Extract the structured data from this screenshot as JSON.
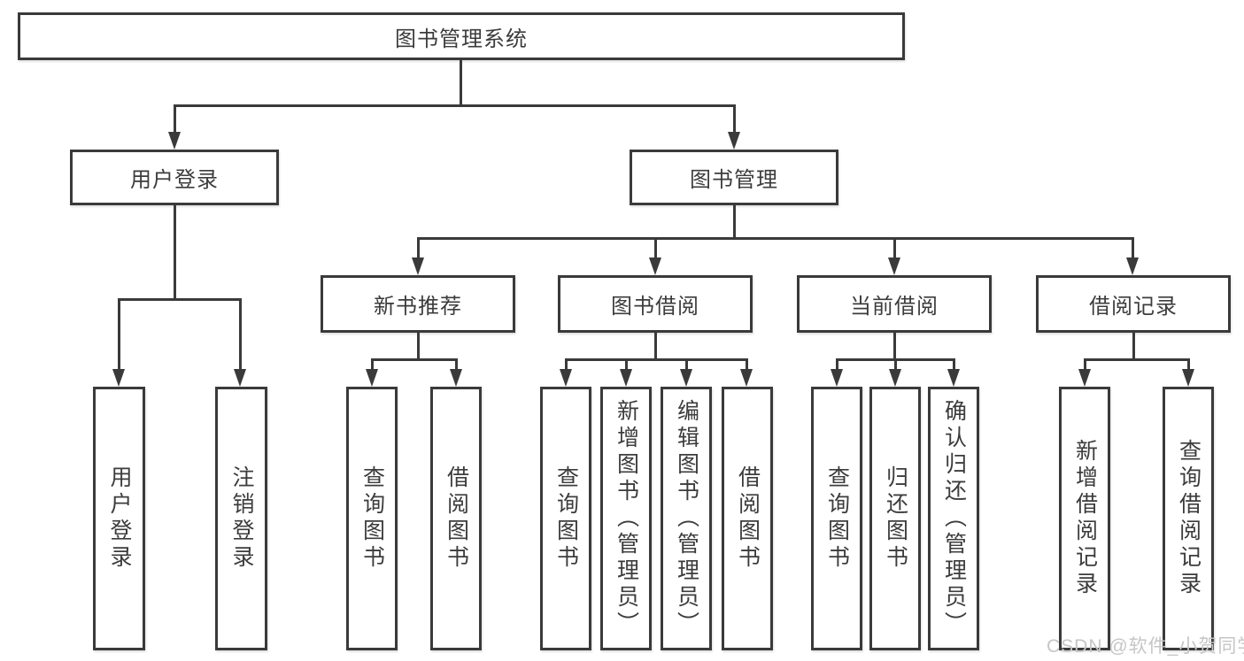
{
  "colors": {
    "line": "#3a3a3a",
    "box_border": "#3a3a3a",
    "text": "#3c3c3c",
    "watermark": "#c6c6c6",
    "background": "#ffffff"
  },
  "tree": {
    "label": "图书管理系统",
    "children": [
      {
        "label": "用户登录",
        "children": [
          {
            "label": "用户登录"
          },
          {
            "label": "注销登录"
          }
        ]
      },
      {
        "label": "图书管理",
        "children": [
          {
            "label": "新书推荐",
            "children": [
              {
                "label": "查询图书"
              },
              {
                "label": "借阅图书"
              }
            ]
          },
          {
            "label": "图书借阅",
            "children": [
              {
                "label": "查询图书"
              },
              {
                "label": "新增图书（管理员）"
              },
              {
                "label": "编辑图书（管理员）"
              },
              {
                "label": "借阅图书"
              }
            ]
          },
          {
            "label": "当前借阅",
            "children": [
              {
                "label": "查询图书"
              },
              {
                "label": "归还图书"
              },
              {
                "label": "确认归还（管理员）"
              }
            ]
          },
          {
            "label": "借阅记录",
            "children": [
              {
                "label": "新增借阅记录"
              },
              {
                "label": "查询借阅记录"
              }
            ]
          }
        ]
      }
    ]
  },
  "watermark": {
    "text": "CSDN @软件_小贺同学"
  }
}
